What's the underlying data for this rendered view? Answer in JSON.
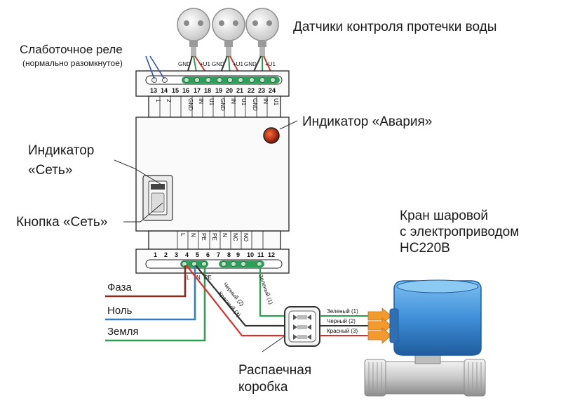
{
  "labels": {
    "sensors_title": "Датчики контроля протечки воды",
    "relay_title": "Слаботочное реле",
    "relay_sub": "(нормально разомкнутое)",
    "alarm_indicator": "Индикатор «Авария»",
    "power_indicator_line1": "Индикатор",
    "power_indicator_line2": "«Сеть»",
    "power_button": "Кнопка «Сеть»",
    "valve_line1": "Кран шаровой",
    "valve_line2": "с электроприводом",
    "valve_line3": "НС220В",
    "junction_line1": "Распаечная",
    "junction_line2": "коробка",
    "phase": "Фаза",
    "neutral": "Ноль",
    "ground": "Земля"
  },
  "sensor_pins": [
    "GND",
    "+U1"
  ],
  "top_terminals": [
    "13",
    "14",
    "15",
    "16",
    "17",
    "18",
    "19",
    "20",
    "21",
    "22",
    "23",
    "24"
  ],
  "top_terminal_labels": [
    "1",
    "2",
    "",
    "GND",
    "IN",
    "U1",
    "GND",
    "IN",
    "U1",
    "GND",
    "IN",
    "U1"
  ],
  "bottom_terminals": [
    "1",
    "2",
    "3",
    "4",
    "5",
    "6",
    "7",
    "8",
    "9",
    "10",
    "11",
    "12"
  ],
  "bottom_terminal_labels": [
    "",
    "",
    "",
    "L",
    "N",
    "PE",
    "PE",
    "N",
    "NC",
    "NO",
    "",
    ""
  ],
  "supply_marks": [
    "L",
    "N",
    "PE"
  ],
  "valve_wires": {
    "green": "Зеленый (1)",
    "black": "Черный (2)",
    "red": "Красный (3)"
  },
  "colors": {
    "phase": "#8b2a1a",
    "neutral": "#2f7fbf",
    "ground": "#2e9e4f",
    "red_wire": "#d8312c",
    "black_wire": "#333333",
    "green_wire": "#2e9e4f",
    "valve_body": "#3f8fd8",
    "terminal_strip": "#2f9e5a",
    "alarm_led": "#c8321e",
    "arrow": "#f29a2e"
  }
}
